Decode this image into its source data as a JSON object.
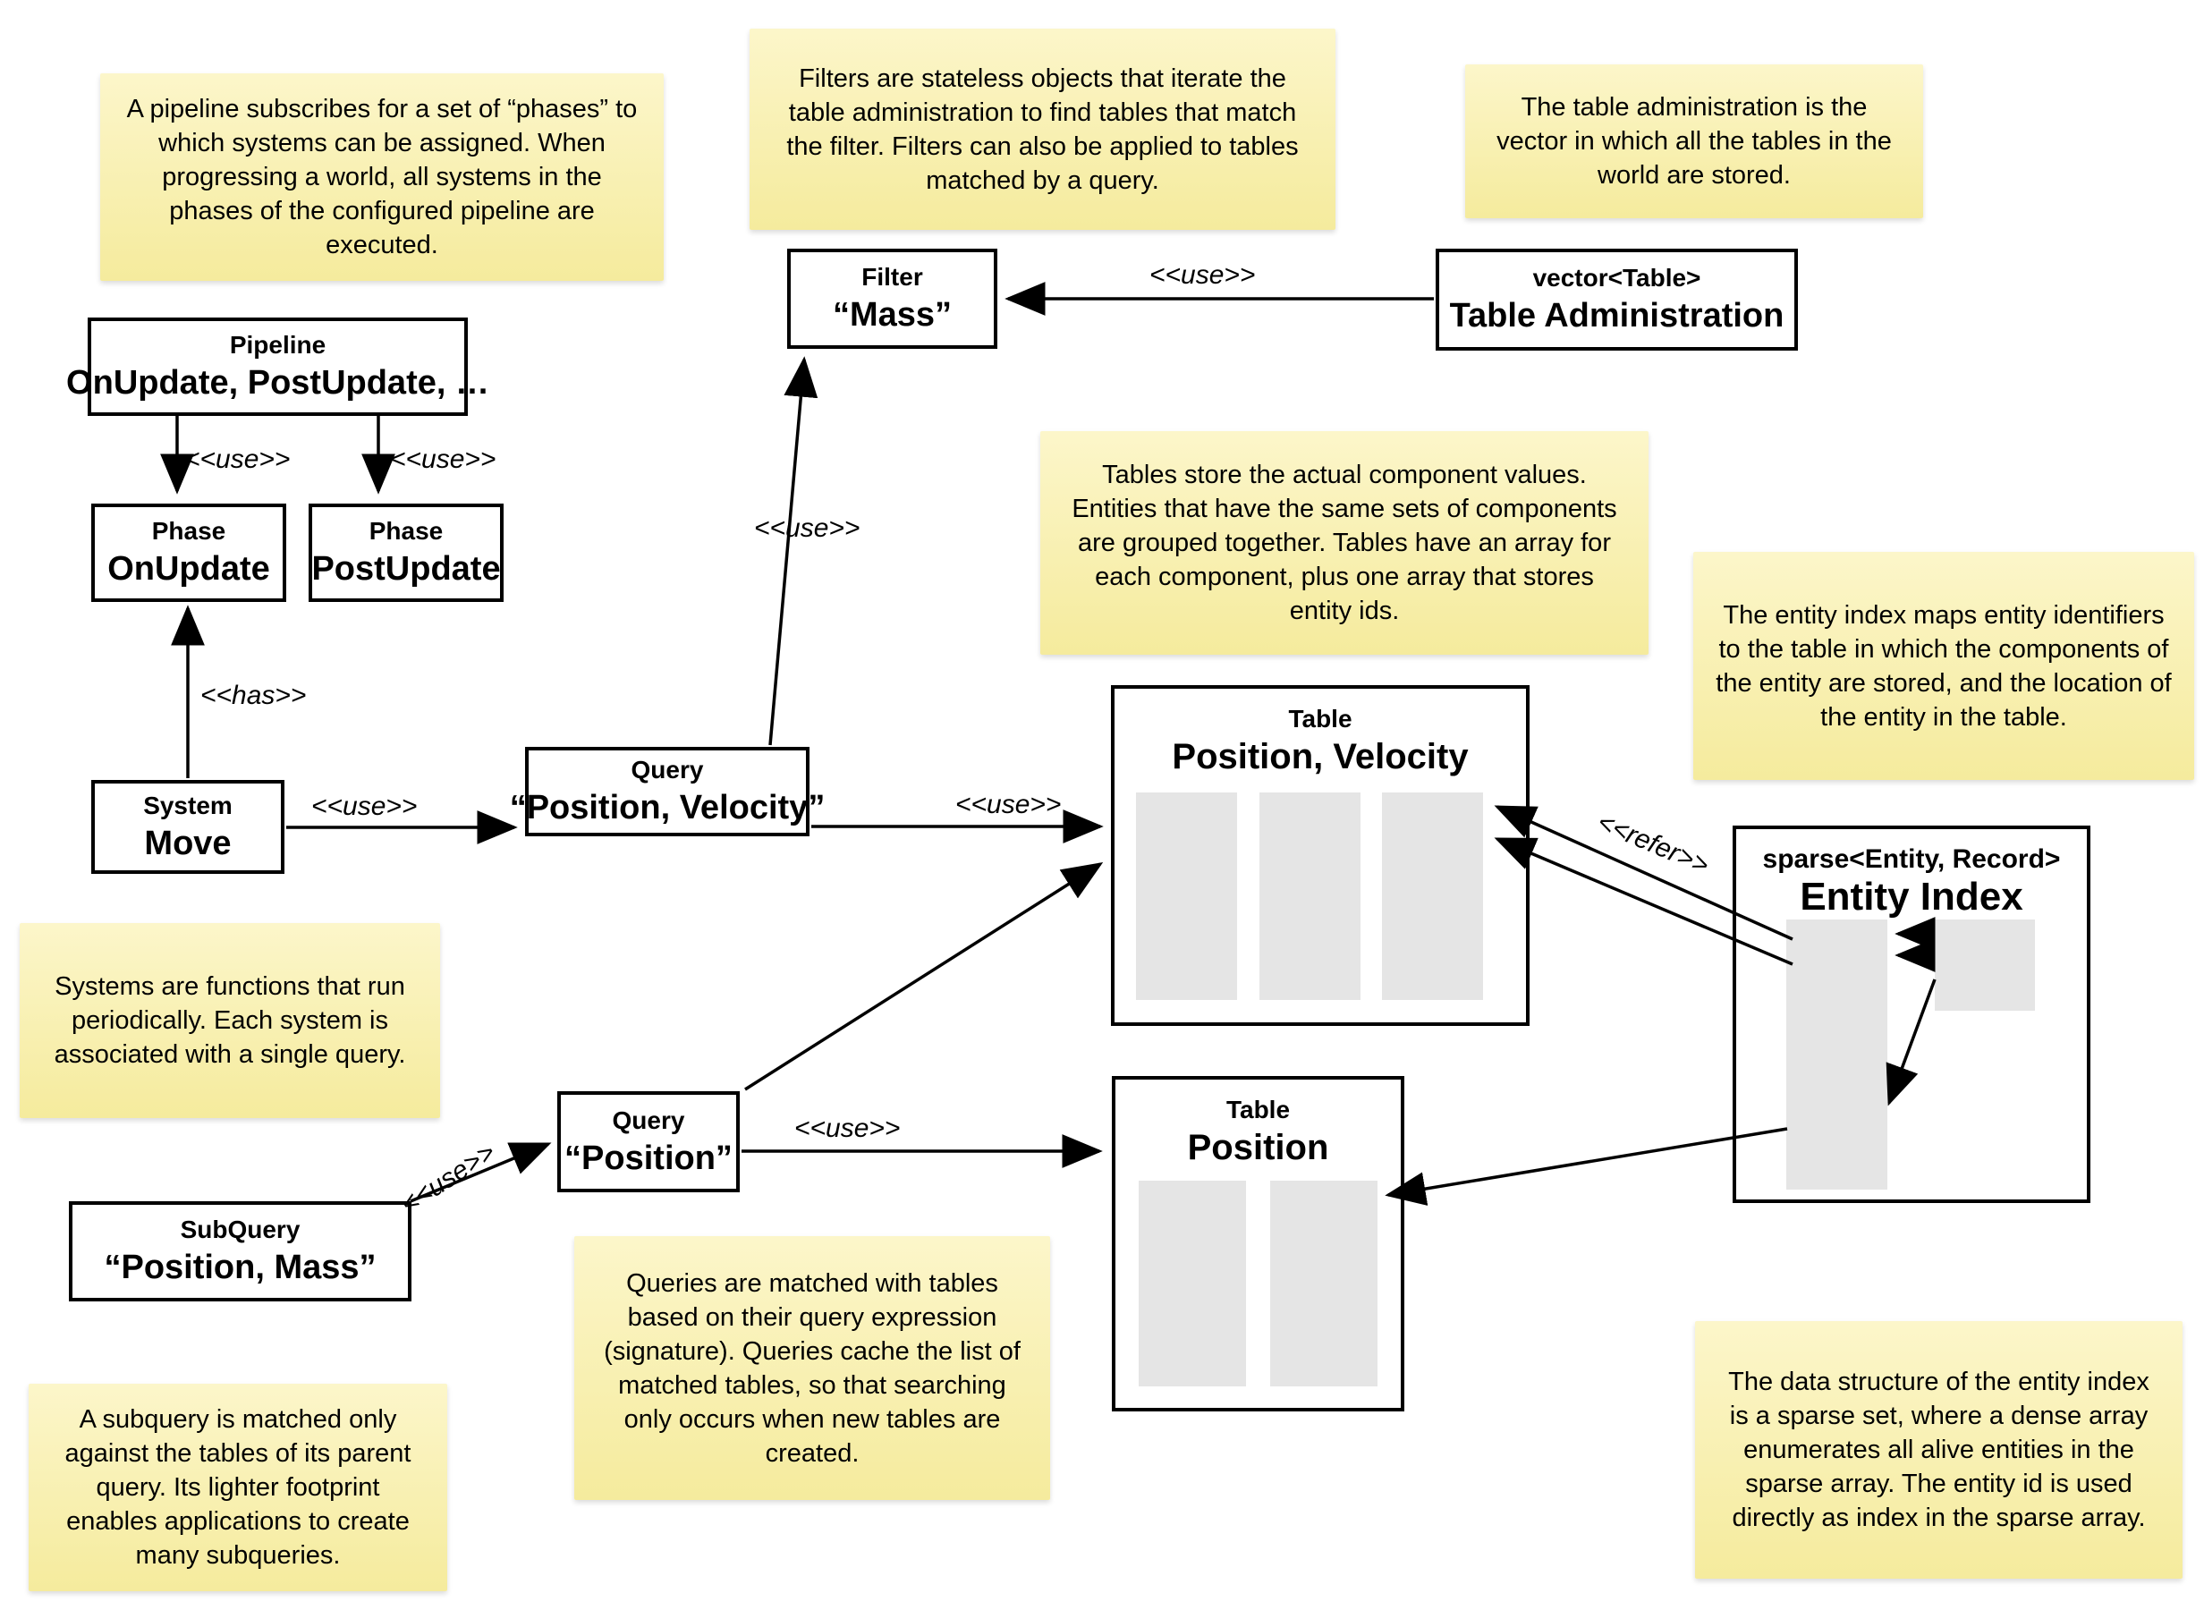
{
  "notes": {
    "pipeline": "A pipeline subscribes for a set of “phases” to which systems can be assigned. When progressing a world, all systems in the phases of the configured pipeline are executed.",
    "filters": "Filters are stateless objects that iterate the table administration to find tables that match the filter. Filters can also be applied to tables matched by a query.",
    "table_admin": "The table administration is the vector in which all the tables in the world are stored.",
    "tables": "Tables store the actual component values. Entities that have the same sets of components are grouped together. Tables have an array for each component, plus one array that stores entity ids.",
    "entity_index": "The entity index maps entity identifiers to the table in which the components of the entity are stored, and the location of the entity in the table.",
    "systems": "Systems are functions that run periodically. Each system is associated with a single query.",
    "queries": "Queries are matched with tables based on their query expression (signature). Queries cache the list of matched tables, so that searching only occurs when new tables are created.",
    "subquery": "A subquery is matched only against the tables of its parent query. Its lighter footprint enables applications to create many subqueries.",
    "sparse_set": "The data structure of the entity index is a sparse set, where a dense array enumerates all alive entities in the sparse array. The entity id is used directly as index in the sparse array."
  },
  "boxes": {
    "pipeline": {
      "stereotype": "Pipeline",
      "name": "OnUpdate, PostUpdate, …"
    },
    "phase_onupdate": {
      "stereotype": "Phase",
      "name": "OnUpdate"
    },
    "phase_postupdate": {
      "stereotype": "Phase",
      "name": "PostUpdate"
    },
    "system_move": {
      "stereotype": "System",
      "name": "Move"
    },
    "query_posvel": {
      "stereotype": "Query",
      "name": "“Position, Velocity”"
    },
    "filter_mass": {
      "stereotype": "Filter",
      "name": "“Mass”"
    },
    "table_admin": {
      "stereotype": "vector<Table>",
      "name": "Table Administration"
    },
    "query_pos": {
      "stereotype": "Query",
      "name": "“Position”"
    },
    "subquery": {
      "stereotype": "SubQuery",
      "name": "“Position, Mass”"
    },
    "table_posvel": {
      "stereotype": "Table",
      "name": "Position, Velocity"
    },
    "table_pos": {
      "stereotype": "Table",
      "name": "Position"
    },
    "entity_index": {
      "stereotype": "sparse<Entity, Record>",
      "name": "Entity Index"
    }
  },
  "edge_labels": {
    "use": "<<use>>",
    "has": "<<has>>",
    "refer": "<<refer>>"
  },
  "colors": {
    "note_top": "#FCF6CA",
    "note_bottom": "#F5EB9D",
    "border": "#000000",
    "array_fill": "#E5E5E5",
    "background": "#FFFFFF"
  }
}
